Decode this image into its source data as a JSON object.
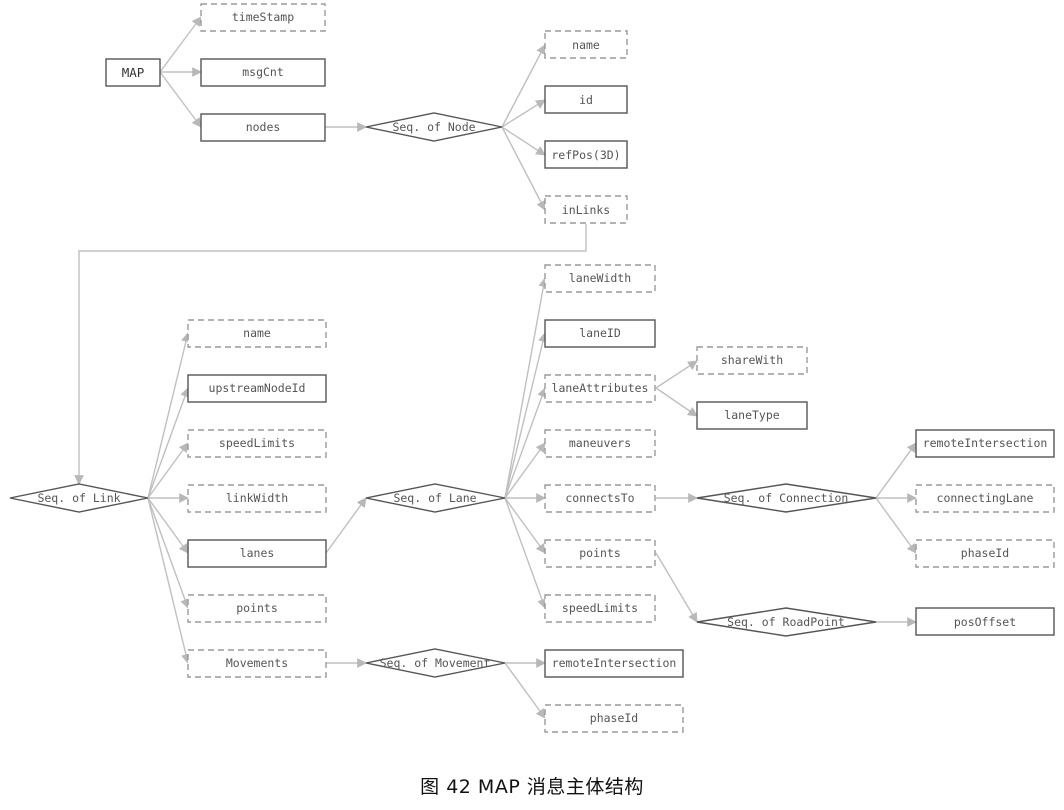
{
  "caption": "图 42   MAP 消息主体结构",
  "nodes": {
    "map": "MAP",
    "timeStamp": "timeStamp",
    "msgCnt": "msgCnt",
    "nodes": "nodes",
    "seqNode": "Seq. of Node",
    "nodeName": "name",
    "nodeId": "id",
    "refPos": "refPos(3D)",
    "inLinks": "inLinks",
    "seqLink": "Seq. of Link",
    "linkName": "name",
    "upstreamNodeId": "upstreamNodeId",
    "linkSpeedLimits": "speedLimits",
    "linkWidth": "linkWidth",
    "lanes": "lanes",
    "linkPoints": "points",
    "movements": "Movements",
    "seqLane": "Seq. of Lane",
    "laneWidth": "laneWidth",
    "laneID": "laneID",
    "laneAttributes": "laneAttributes",
    "shareWith": "shareWith",
    "laneType": "laneType",
    "maneuvers": "maneuvers",
    "connectsTo": "connectsTo",
    "lanePoints": "points",
    "laneSpeedLimits": "speedLimits",
    "seqConnection": "Seq. of Connection",
    "connRemoteIntersection": "remoteIntersection",
    "connectingLane": "connectingLane",
    "connPhaseId": "phaseId",
    "seqRoadPoint": "Seq. of RoadPoint",
    "posOffset": "posOffset",
    "seqMovement": "Seq. of Movement",
    "movRemoteIntersection": "remoteIntersection",
    "movPhaseId": "phaseId"
  }
}
